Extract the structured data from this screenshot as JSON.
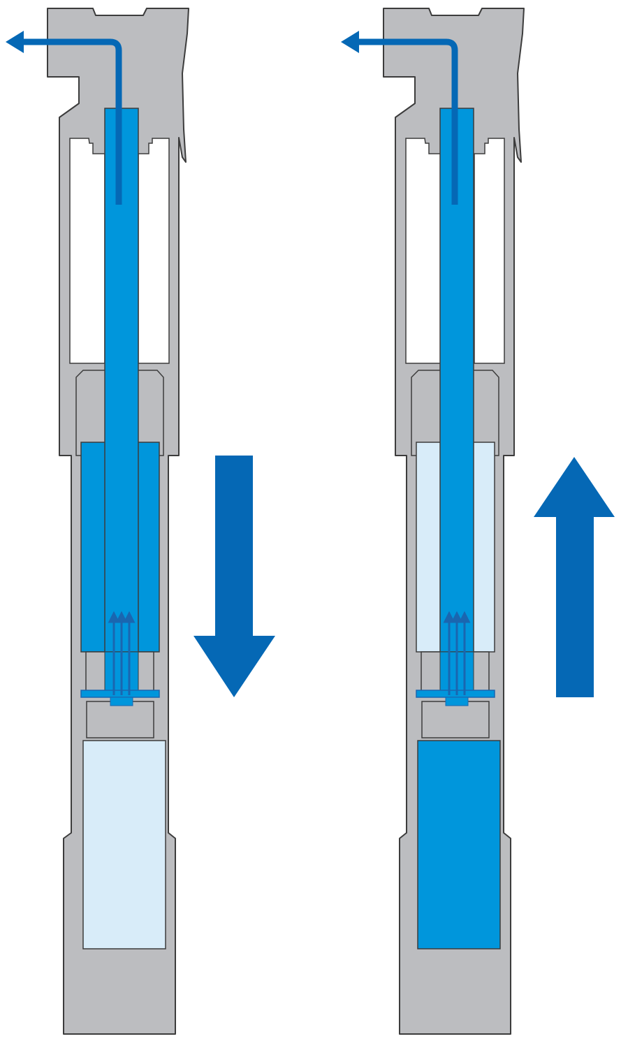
{
  "diagram": {
    "type": "pump-cross-section",
    "panels": [
      {
        "id": "left",
        "stroke": "downstroke",
        "chamber_state": "empty",
        "piston_arrow": "chevron-down-arrow"
      },
      {
        "id": "right",
        "stroke": "upstroke",
        "chamber_state": "full",
        "piston_arrow": "chevron-up-arrow"
      }
    ],
    "outlet_flow_direction": "left",
    "colors": {
      "body_gray": "#bcbdc0",
      "outline": "#3c3c3c",
      "water": "#0096dc",
      "water_light": "#d8ecf9",
      "arrow_blue": "#0568b5",
      "arrow_dark": "#0a6fc2",
      "background": "#ffffff"
    }
  }
}
